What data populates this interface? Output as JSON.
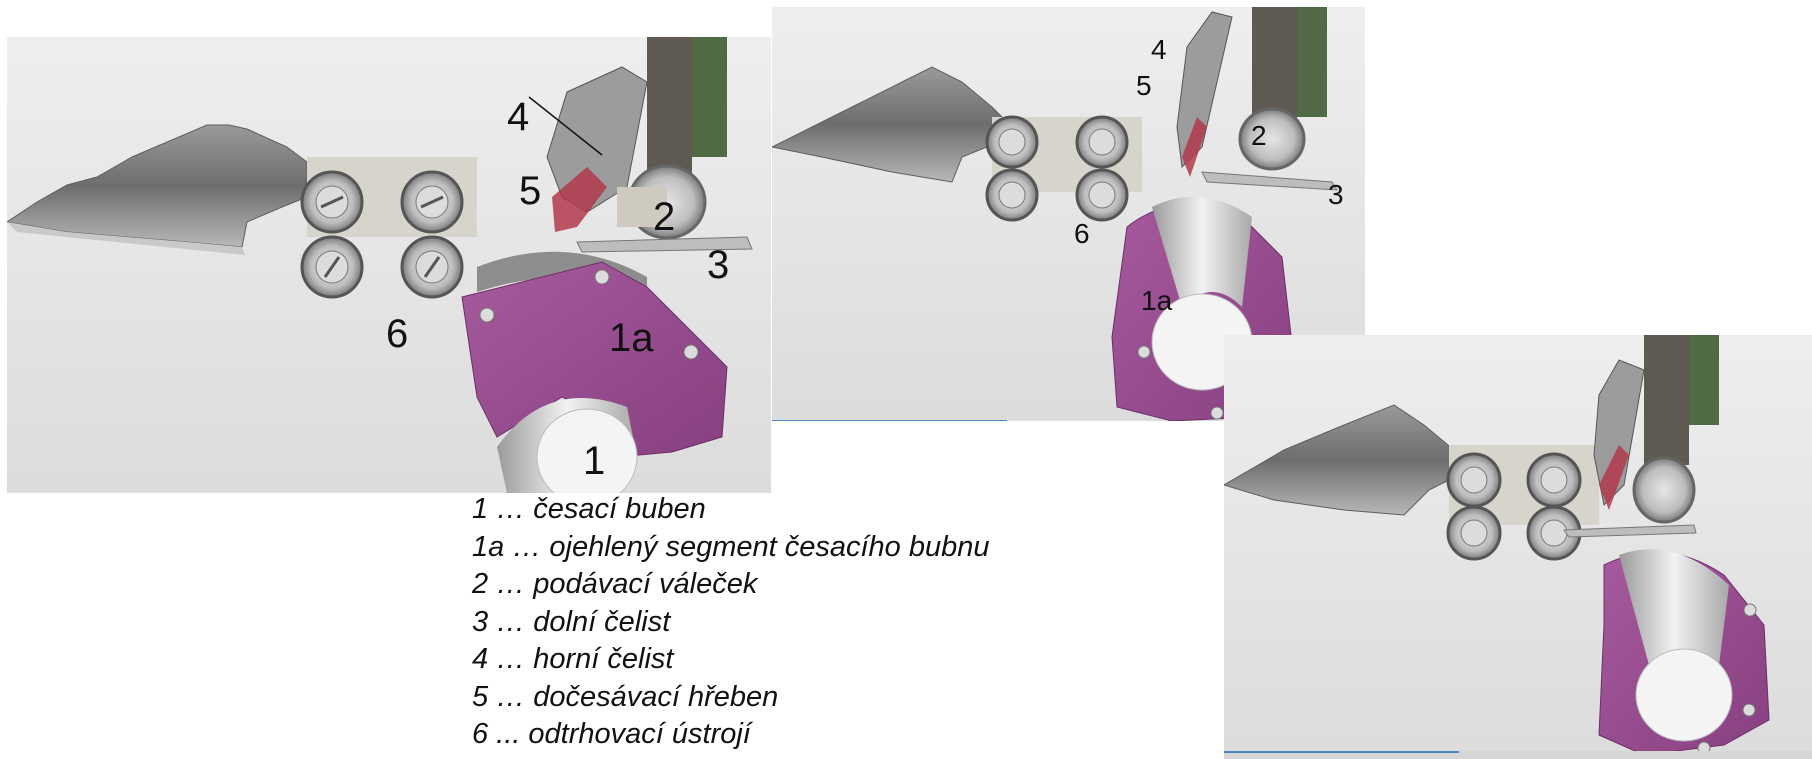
{
  "panels": [
    {
      "callouts": {
        "c1": "1",
        "c1a": "1a",
        "c2": "2",
        "c3": "3",
        "c4": "4",
        "c5": "5",
        "c6": "6"
      }
    },
    {
      "callouts": {
        "c1a": "1a",
        "c2": "2",
        "c3": "3",
        "c4": "4",
        "c5": "5",
        "c6": "6"
      }
    },
    {
      "callouts": {}
    }
  ],
  "legend": [
    "1 … česací buben",
    "1a … ojehlený segment česacího bubnu",
    "2 … podávací váleček",
    "3 … dolní čelist",
    "4 … horní čelist",
    "5 … dočesávací hřeben",
    "6 ... odtrhovací ústrojí"
  ],
  "colors": {
    "segment_purple": "#9c4d92",
    "frame_green": "#4f6a45",
    "jaw_red": "#b23a4c",
    "metal_gray": "#8a8a8a"
  }
}
